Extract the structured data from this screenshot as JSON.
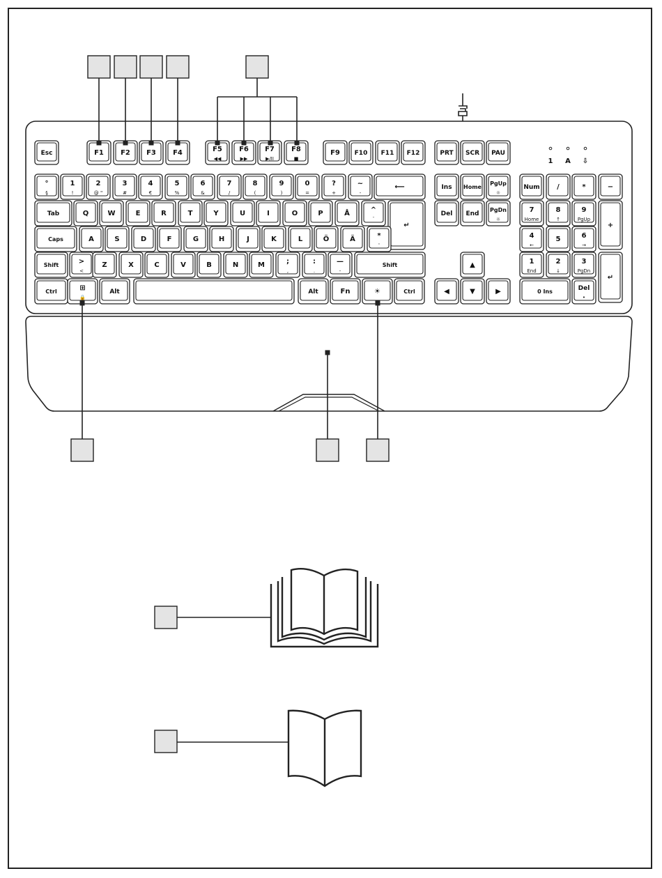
{
  "indicators": [
    "1",
    "A",
    "⇩"
  ],
  "rows": [
    [
      {
        "name": "esc",
        "main": "Esc"
      },
      {
        "name": "f1",
        "main": "F1"
      },
      {
        "name": "f2",
        "main": "F2"
      },
      {
        "name": "f3",
        "main": "F3"
      },
      {
        "name": "f4",
        "main": "F4"
      },
      {
        "name": "f5",
        "main": "F5",
        "sub": "◀◀"
      },
      {
        "name": "f6",
        "main": "F6",
        "sub": "▶▶"
      },
      {
        "name": "f7",
        "main": "F7",
        "sub": "▶/II"
      },
      {
        "name": "f8",
        "main": "F8",
        "sub": "■"
      },
      {
        "name": "f9",
        "main": "F9"
      },
      {
        "name": "f10",
        "main": "F10"
      },
      {
        "name": "f11",
        "main": "F11"
      },
      {
        "name": "f12",
        "main": "F12"
      },
      {
        "name": "prt",
        "main": "PRT"
      },
      {
        "name": "scr",
        "main": "SCR"
      },
      {
        "name": "pau",
        "main": "PAU"
      }
    ],
    [
      {
        "name": "degree",
        "main": "°",
        "sub": "§"
      },
      {
        "name": "1",
        "main": "1",
        "sub": "!"
      },
      {
        "name": "2",
        "main": "2",
        "sub": "@ \""
      },
      {
        "name": "3",
        "main": "3",
        "sub": "#"
      },
      {
        "name": "4",
        "main": "4",
        "sub": "€"
      },
      {
        "name": "5",
        "main": "5",
        "sub": "%"
      },
      {
        "name": "6",
        "main": "6",
        "sub": "&"
      },
      {
        "name": "7",
        "main": "7",
        "sub": "/"
      },
      {
        "name": "8",
        "main": "8",
        "sub": "("
      },
      {
        "name": "9",
        "main": "9",
        "sub": ")"
      },
      {
        "name": "0",
        "main": "0",
        "sub": "="
      },
      {
        "name": "question",
        "main": "?",
        "sub": "+"
      },
      {
        "name": "tilde",
        "main": "~",
        "sub": "-"
      },
      {
        "name": "backspace",
        "main": "⟵"
      },
      {
        "name": "ins",
        "main": "Ins"
      },
      {
        "name": "home",
        "main": "Home"
      },
      {
        "name": "pgup",
        "main": "PgUp",
        "sub": "☼"
      },
      {
        "name": "num",
        "main": "Num"
      },
      {
        "name": "kp-slash",
        "main": "/"
      },
      {
        "name": "kp-star",
        "main": "*"
      },
      {
        "name": "kp-minus",
        "main": "−"
      }
    ],
    [
      {
        "name": "tab",
        "main": "Tab"
      },
      {
        "name": "q",
        "main": "Q"
      },
      {
        "name": "w",
        "main": "W"
      },
      {
        "name": "e",
        "main": "E"
      },
      {
        "name": "r",
        "main": "R"
      },
      {
        "name": "t",
        "main": "T"
      },
      {
        "name": "y",
        "main": "Y"
      },
      {
        "name": "u",
        "main": "U"
      },
      {
        "name": "i",
        "main": "I"
      },
      {
        "name": "o",
        "main": "O"
      },
      {
        "name": "p",
        "main": "P"
      },
      {
        "name": "a-ring",
        "main": "Å"
      },
      {
        "name": "caret",
        "main": "^",
        "sub": "¨"
      },
      {
        "name": "enter",
        "main": "↵"
      },
      {
        "name": "del",
        "main": "Del"
      },
      {
        "name": "end",
        "main": "End"
      },
      {
        "name": "pgdn",
        "main": "PgDn",
        "sub": "☼"
      },
      {
        "name": "kp7",
        "main": "7",
        "sub": "Home"
      },
      {
        "name": "kp8",
        "main": "8",
        "sub": "↑"
      },
      {
        "name": "kp9",
        "main": "9",
        "sub": "PgUp"
      },
      {
        "name": "kp-plus",
        "main": "+"
      }
    ],
    [
      {
        "name": "caps",
        "main": "Caps"
      },
      {
        "name": "a",
        "main": "A"
      },
      {
        "name": "s",
        "main": "S"
      },
      {
        "name": "d",
        "main": "D"
      },
      {
        "name": "f",
        "main": "F"
      },
      {
        "name": "g",
        "main": "G"
      },
      {
        "name": "h",
        "main": "H"
      },
      {
        "name": "j",
        "main": "J"
      },
      {
        "name": "k",
        "main": "K"
      },
      {
        "name": "l",
        "main": "L"
      },
      {
        "name": "o-uml",
        "main": "Ö"
      },
      {
        "name": "a-uml",
        "main": "Ä"
      },
      {
        "name": "asterisk",
        "main": "*",
        "sub": "'"
      },
      {
        "name": "kp4",
        "main": "4",
        "sub": "←"
      },
      {
        "name": "kp5",
        "main": "5"
      },
      {
        "name": "kp6",
        "main": "6",
        "sub": "→"
      }
    ],
    [
      {
        "name": "shift-left",
        "main": "Shift"
      },
      {
        "name": "angle",
        "main": ">",
        "sub": "<"
      },
      {
        "name": "z",
        "main": "Z"
      },
      {
        "name": "x",
        "main": "X"
      },
      {
        "name": "c",
        "main": "C"
      },
      {
        "name": "v",
        "main": "V"
      },
      {
        "name": "b",
        "main": "B"
      },
      {
        "name": "n",
        "main": "N"
      },
      {
        "name": "m",
        "main": "M"
      },
      {
        "name": "semicolon",
        "main": ";",
        "sub": ","
      },
      {
        "name": "colon",
        "main": ":",
        "sub": "."
      },
      {
        "name": "underscore",
        "main": "—",
        "sub": "-"
      },
      {
        "name": "shift-right",
        "main": "Shift"
      },
      {
        "name": "arrow-up",
        "main": "▲"
      },
      {
        "name": "kp1",
        "main": "1",
        "sub": "End"
      },
      {
        "name": "kp2",
        "main": "2",
        "sub": "↓"
      },
      {
        "name": "kp3",
        "main": "3",
        "sub": "PgDn"
      },
      {
        "name": "kp-enter",
        "main": "↵"
      }
    ],
    [
      {
        "name": "ctrl-left",
        "main": "Ctrl"
      },
      {
        "name": "win",
        "main": "⊞",
        "sub": "🔒"
      },
      {
        "name": "alt-left",
        "main": "Alt"
      },
      {
        "name": "space",
        "main": ""
      },
      {
        "name": "alt-right",
        "main": "Alt"
      },
      {
        "name": "fn",
        "main": "Fn"
      },
      {
        "name": "backlight",
        "main": "☀"
      },
      {
        "name": "ctrl-right",
        "main": "Ctrl"
      },
      {
        "name": "arrow-left",
        "main": "◀"
      },
      {
        "name": "arrow-down",
        "main": "▼"
      },
      {
        "name": "arrow-right",
        "main": "▶"
      },
      {
        "name": "kp0",
        "main": "0 Ins"
      },
      {
        "name": "kp-del",
        "main": "Del",
        "sub": "•"
      }
    ]
  ]
}
